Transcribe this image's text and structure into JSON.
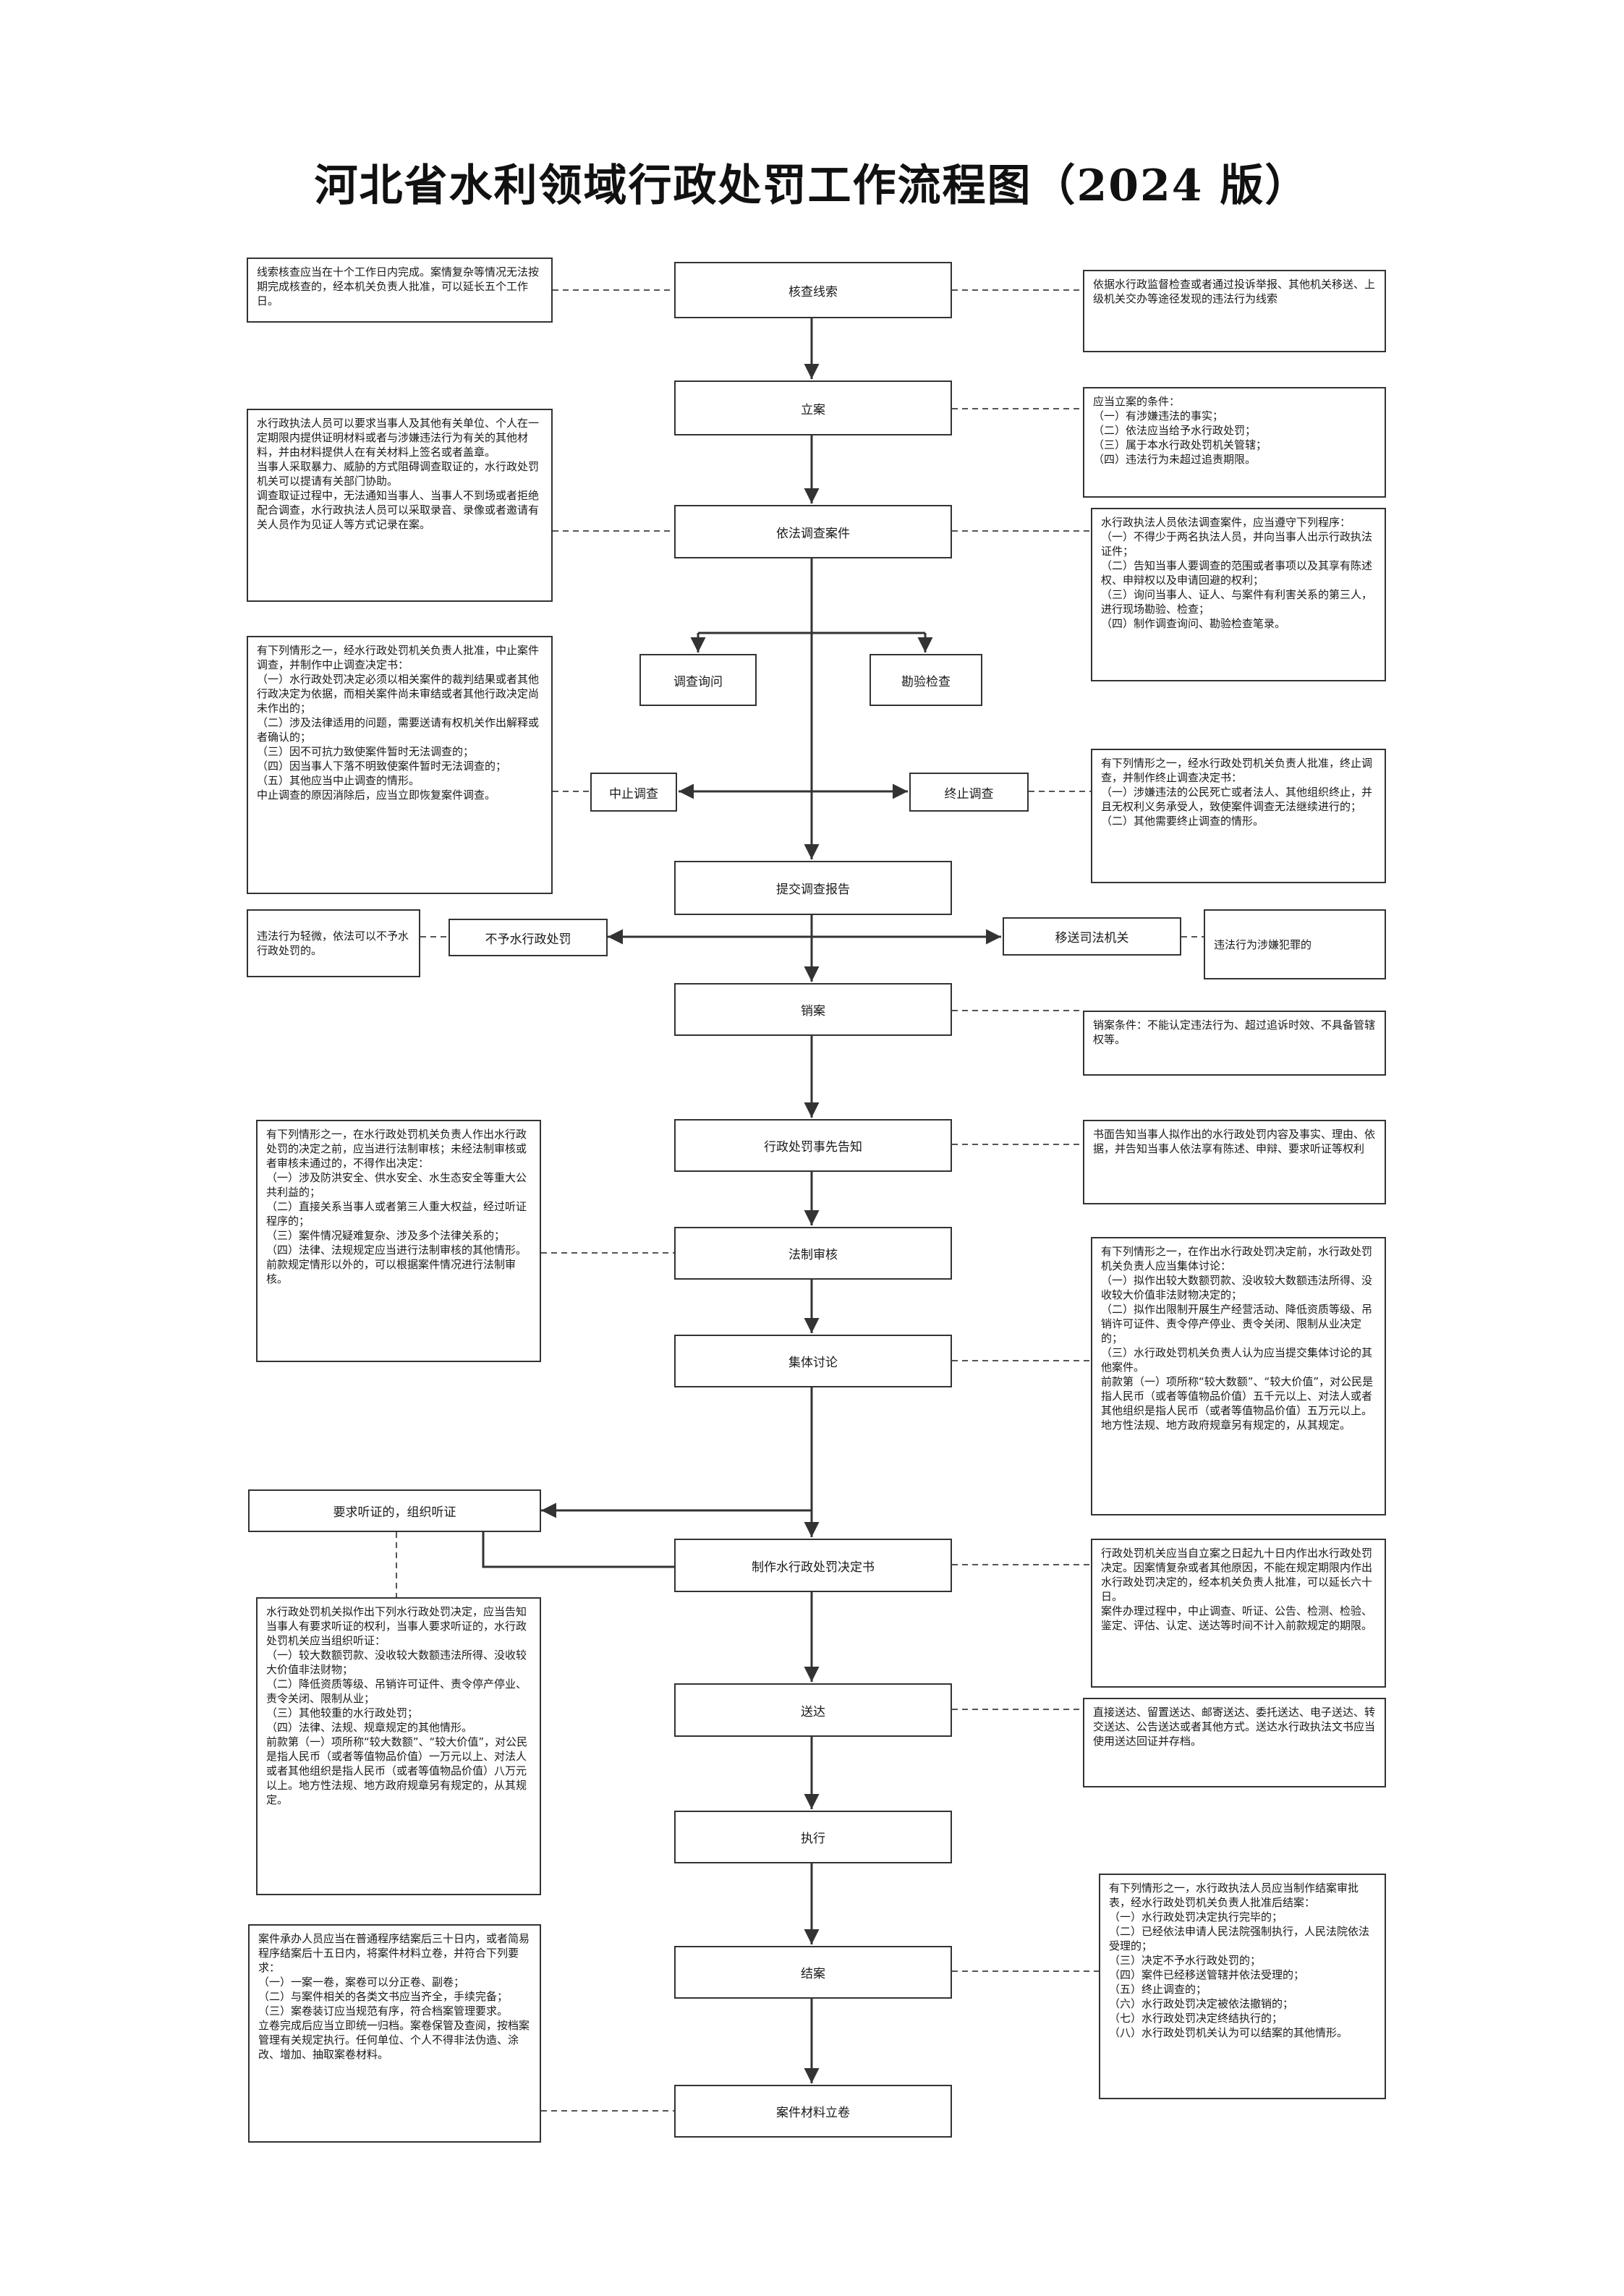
{
  "title": "河北省水利领域行政处罚工作流程图（2024 版）",
  "steps": {
    "s1": "核查线索",
    "s2": "立案",
    "s3": "依法调查案件",
    "s4": "调查询问",
    "s5": "勘验检查",
    "s6": "中止调查",
    "s7": "终止调查",
    "s8": "提交调查报告",
    "s9": "不予水行政处罚",
    "s10": "移送司法机关",
    "s11": "销案",
    "s12": "行政处罚事先告知",
    "s13": "法制审核",
    "s14": "集体讨论",
    "s15": "要求听证的，组织听证",
    "s16": "制作水行政处罚决定书",
    "s17": "送达",
    "s18": "执行",
    "s19": "结案",
    "s20": "案件材料立卷"
  },
  "notes": {
    "n1": "线索核查应当在十个工作日内完成。案情复杂等情况无法按期完成核查的，经本机关负责人批准，可以延长五个工作日。",
    "n2": "依据水行政监督检查或者通过投诉举报、其他机关移送、上级机关交办等途径发现的违法行为线索",
    "n3": "水行政执法人员可以要求当事人及其他有关单位、个人在一定期限内提供证明材料或者与涉嫌违法行为有关的其他材料，并由材料提供人在有关材料上签名或者盖章。\n当事人采取暴力、威胁的方式阻碍调查取证的，水行政处罚机关可以提请有关部门协助。\n调查取证过程中，无法通知当事人、当事人不到场或者拒绝配合调查，水行政执法人员可以采取录音、录像或者邀请有关人员作为见证人等方式记录在案。",
    "n4": "应当立案的条件：\n（一）有涉嫌违法的事实；\n（二）依法应当给予水行政处罚；\n（三）属于本水行政处罚机关管辖；\n（四）违法行为未超过追责期限。",
    "n5": "水行政执法人员依法调查案件，应当遵守下列程序：\n（一）不得少于两名执法人员，并向当事人出示行政执法证件；\n（二）告知当事人要调查的范围或者事项以及其享有陈述权、申辩权以及申请回避的权利；\n（三）询问当事人、证人、与案件有利害关系的第三人，进行现场勘验、检查；\n（四）制作调查询问、勘验检查笔录。",
    "n6": "有下列情形之一，经水行政处罚机关负责人批准，中止案件调查，并制作中止调查决定书：\n（一）水行政处罚决定必须以相关案件的裁判结果或者其他行政决定为依据，而相关案件尚未审结或者其他行政决定尚未作出的；\n（二）涉及法律适用的问题，需要送请有权机关作出解释或者确认的；\n（三）因不可抗力致使案件暂时无法调查的；\n（四）因当事人下落不明致使案件暂时无法调查的；\n（五）其他应当中止调查的情形。\n中止调查的原因消除后，应当立即恢复案件调查。",
    "n7": "有下列情形之一，经水行政处罚机关负责人批准，终止调查，并制作终止调查决定书：\n（一）涉嫌违法的公民死亡或者法人、其他组织终止，并且无权利义务承受人，致使案件调查无法继续进行的；\n（二）其他需要终止调查的情形。",
    "n8": "违法行为轻微，依法可以不予水行政处罚的。",
    "n9": "违法行为涉嫌犯罪的",
    "n10": "销案条件：不能认定违法行为、超过追诉时效、不具备管辖权等。",
    "n11": "有下列情形之一，在水行政处罚机关负责人作出水行政处罚的决定之前，应当进行法制审核；未经法制审核或者审核未通过的，不得作出决定：\n（一）涉及防洪安全、供水安全、水生态安全等重大公共利益的；\n（二）直接关系当事人或者第三人重大权益，经过听证程序的；\n（三）案件情况疑难复杂、涉及多个法律关系的；\n（四）法律、法规规定应当进行法制审核的其他情形。\n前款规定情形以外的，可以根据案件情况进行法制审核。",
    "n12": "书面告知当事人拟作出的水行政处罚内容及事实、理由、依据，并告知当事人依法享有陈述、申辩、要求听证等权利",
    "n13": "有下列情形之一，在作出水行政处罚决定前，水行政处罚机关负责人应当集体讨论：\n（一）拟作出较大数额罚款、没收较大数额违法所得、没收较大价值非法财物决定的；\n（二）拟作出限制开展生产经营活动、降低资质等级、吊销许可证件、责令停产停业、责令关闭、限制从业决定的；\n（三）水行政处罚机关负责人认为应当提交集体讨论的其他案件。\n前款第（一）项所称“较大数额”、“较大价值”，对公民是指人民币（或者等值物品价值）五千元以上、对法人或者其他组织是指人民币（或者等值物品价值）五万元以上。地方性法规、地方政府规章另有规定的，从其规定。",
    "n14": "水行政处罚机关拟作出下列水行政处罚决定，应当告知当事人有要求听证的权利，当事人要求听证的，水行政处罚机关应当组织听证：\n（一）较大数额罚款、没收较大数额违法所得、没收较大价值非法财物；\n（二）降低资质等级、吊销许可证件、责令停产停业、责令关闭、限制从业；\n（三）其他较重的水行政处罚；\n（四）法律、法规、规章规定的其他情形。\n前款第（一）项所称“较大数额”、“较大价值”，对公民是指人民币（或者等值物品价值）一万元以上、对法人或者其他组织是指人民币（或者等值物品价值）八万元以上。地方性法规、地方政府规章另有规定的，从其规定。",
    "n15": "行政处罚机关应当自立案之日起九十日内作出水行政处罚决定。因案情复杂或者其他原因，不能在规定期限内作出水行政处罚决定的，经本机关负责人批准，可以延长六十日。\n案件办理过程中，中止调查、听证、公告、检测、检验、鉴定、评估、认定、送达等时间不计入前款规定的期限。",
    "n16": "直接送达、留置送达、邮寄送达、委托送达、电子送达、转交送达、公告送达或者其他方式。送达水行政执法文书应当使用送达回证并存档。",
    "n17": "案件承办人员应当在普通程序结案后三十日内，或者简易程序结案后十五日内，将案件材料立卷，并符合下列要求：\n（一）一案一卷，案卷可以分正卷、副卷；\n（二）与案件相关的各类文书应当齐全，手续完备；\n（三）案卷装订应当规范有序，符合档案管理要求。\n立卷完成后应当立即统一归档。案卷保管及查阅，按档案管理有关规定执行。任何单位、个人不得非法伪造、涂改、增加、抽取案卷材料。",
    "n18": "有下列情形之一，水行政执法人员应当制作结案审批表，经水行政处罚机关负责人批准后结案：\n（一）水行政处罚决定执行完毕的；\n（二）已经依法申请人民法院强制执行，人民法院依法受理的；\n（三）决定不予水行政处罚的；\n（四）案件已经移送管辖并依法受理的；\n（五）终止调查的；\n（六）水行政处罚决定被依法撤销的；\n（七）水行政处罚决定终结执行的；\n（八）水行政处罚机关认为可以结案的其他情形。"
  }
}
